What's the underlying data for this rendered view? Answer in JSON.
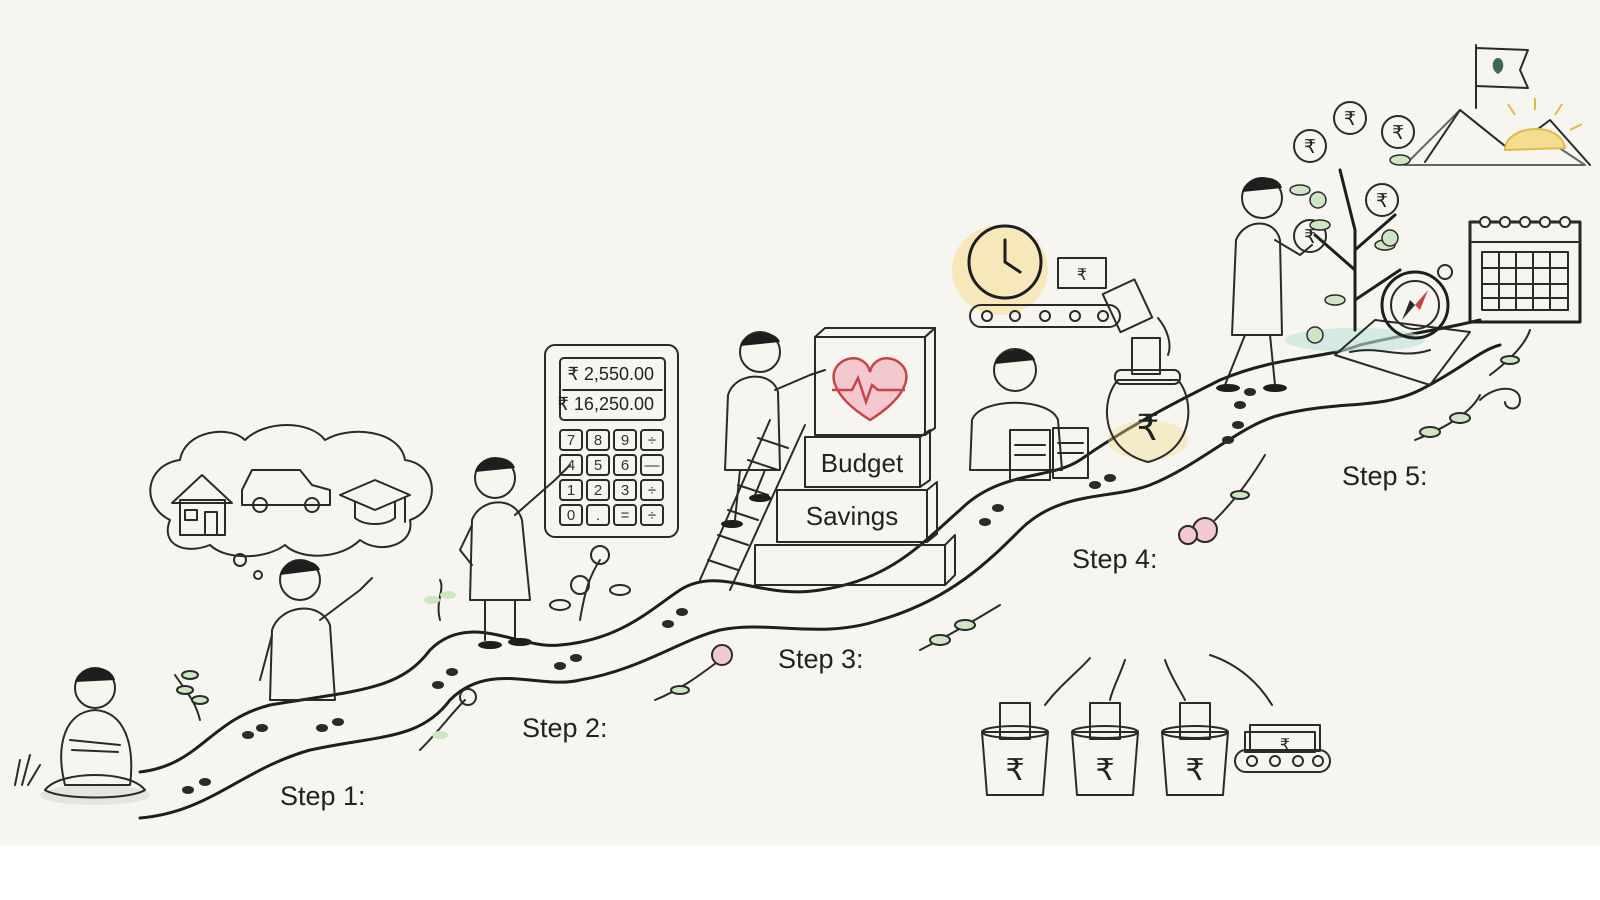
{
  "steps": [
    {
      "label": "Step 1:"
    },
    {
      "label": "Step 2:"
    },
    {
      "label": "Step 3:"
    },
    {
      "label": "Step 4:"
    },
    {
      "label": "Step 5:"
    }
  ],
  "calculator": {
    "line1": "₹ 2,550.00",
    "line2": "₹ 16,250.00",
    "keys": [
      "7",
      "8",
      "9",
      "÷",
      "4",
      "5",
      "6",
      "—",
      "1",
      "2",
      "3",
      "÷",
      "0",
      ".",
      "=",
      "÷"
    ]
  },
  "blocks": {
    "budget": "Budget",
    "savings": "Savings"
  },
  "currency_symbol": "₹",
  "icons": [
    "house-icon",
    "car-icon",
    "graduation-cap-icon",
    "heart-pulse-icon",
    "clock-icon",
    "money-pot-icon",
    "money-tree-icon",
    "compass-icon",
    "calendar-icon",
    "flag-icon",
    "sun-icon"
  ],
  "colors": {
    "background": "#f6f5ef",
    "path": "#1e1e1e",
    "pink": "#f3c9cf",
    "green": "#cfe5c5",
    "blue": "#c9dcef",
    "yellow": "#f6dc8e",
    "teal": "#bfe3da"
  }
}
